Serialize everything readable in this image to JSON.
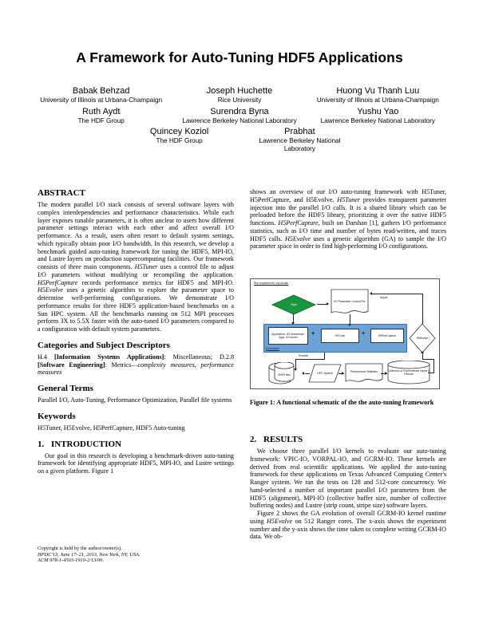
{
  "paper": {
    "title": "A Framework for Auto-Tuning HDF5 Applications",
    "authors": [
      [
        {
          "name": "Babak Behzad",
          "affiliation": "University of Illinois at Urbana-Champaign"
        },
        {
          "name": "Joseph Huchette",
          "affiliation": "Rice University"
        },
        {
          "name": "Huong Vu Thanh Luu",
          "affiliation": "University of Illinois at Urbana-Champaign"
        }
      ],
      [
        {
          "name": "Ruth Aydt",
          "affiliation": "The HDF Group"
        },
        {
          "name": "Surendra Byna",
          "affiliation": "Lawrence Berkeley National Laboratory"
        },
        {
          "name": "Yushu Yao",
          "affiliation": "Lawrence Berkeley National Laboratory"
        }
      ],
      [
        {
          "name": "Quincey Koziol",
          "affiliation": "The HDF Group"
        },
        {
          "name": "Prabhat",
          "affiliation": "Lawrence Berkeley National Laboratory"
        }
      ]
    ]
  },
  "left_column": {
    "abstract": {
      "heading": "ABSTRACT",
      "text": "The modern parallel I/O stack consists of several software layers with complex interdependencies and performance characteristics. While each layer exposes tunable parameters, it is often unclear to users how different parameter settings interact with each other and affect overall I/O performance. As a result, users often resort to default system settings, which typically obtain poor I/O bandwidth. In this research, we develop a benchmark guided auto-tuning framework for tuning the HDF5, MPI-IO, and Lustre layers on production supercomputing facilities. Our framework consists of three main components. ",
      "term1": "H5Tuner",
      "text2": " uses a control file to adjust I/O parameters without modifying or recompiling the application. ",
      "term2": "H5PerfCapture",
      "text3": " records performance metrics for HDF5 and MPI-IO. ",
      "term3": "H5Evolve",
      "text4": " uses a genetic algorithm to explore the parameter space to determine well-performing configurations. We demonstrate I/O performance results for three HDF5 application-based benchmarks on a Sun HPC system. All the benchmarks running on 512 MPI processes perform 3X to 5.5X faster with the auto-tuned I/O parameters compared to a configuration with default system parameters."
    },
    "categories": {
      "heading": "Categories and Subject Descriptors",
      "code1": "H.4",
      "bold1": "[Information Systems Applications]",
      "tail1": ": Miscellaneous; ",
      "code2": "D.2.8",
      "bold2": "[Software Engineering]",
      "tail2": ": Metrics—",
      "italic_tail": "complexity measures, performance measures"
    },
    "general_terms": {
      "heading": "General Terms",
      "text": "Parallel I/O, Auto-Tuning, Performance Optimization, Parallel file systems"
    },
    "keywords": {
      "heading": "Keywords",
      "text": "H5Tuner, H5Evolve, H5PerfCapture, HDF5 Auto-tuning"
    },
    "introduction": {
      "number": "1.",
      "heading": "INTRODUCTION",
      "text": "Our goal in this research is developing a benchmark-driven auto-tuning framework for identifying appropriate HDF5, MPI-IO, and Lustre settings on a given platform. Figure 1"
    },
    "copyright": {
      "line1": "Copyright is held by the author/owner(s).",
      "line2": "HPDC'13, June 17–21, 2013, New York, NY, USA.",
      "line3": "ACM 978-1-4503-1910-2/13/06."
    }
  },
  "right_column": {
    "continuation": {
      "text1": "shows an overview of our I/O auto-tuning framework with H5Tuner, H5PerfCapture, and H5Evolve. ",
      "term1": "H5Tuner",
      "text2": " provides transparent parameter injection into the parallel I/O calls. It is a shared library which can be preloaded before the HDF5 library, prioritizing it over the native HDF5 functions. ",
      "term2": "H5PerfCapture",
      "text3": ", built on Darshan [1], gathers I/O performance statistics, such as I/O time and number of bytes read/written, and traces HDF5 calls. ",
      "term3": "H5Evolve",
      "text4": " uses a genetic algorithm (GA) to sample the I/O parameter space in order to find high-performing I/O configurations."
    },
    "figure": {
      "caption_label": "Figure 1:",
      "caption_text": " A functional schematic of the the auto-tuning framework",
      "outer_label": "Run experiments, log results",
      "start_node": "Start",
      "control_file": "I/O Parameter Control File",
      "adjust_label": "Adjust",
      "app_node": "Application, I/O benchmark, Appl. I/O kernel",
      "tuner_node": "H5Tuner",
      "perfcapture_node": "H5PerfCapture",
      "plus": "+",
      "executable_label": "Executable",
      "evolve_node": "H5Evolve",
      "execute_label": "Execute",
      "hdf5_files": "HDF5 files",
      "hpc_system": "HPC System",
      "perf_statistics": "Performance Statistics",
      "collection": "Collection of Experimental Inputs & Results",
      "colors": {
        "start_fill": "#1a9641",
        "band_fill": "#6ba3d6",
        "node_fill": "#ffffff",
        "stroke": "#333333"
      }
    },
    "results": {
      "number": "2.",
      "heading": "RESULTS",
      "para1": "We choose three parallel I/O kernels to evaluate our auto-tuning framework: VPIC-IO, VORPAL-IO, and GCRM-IO. These kernels are derived from real scientific applications. We applied the auto-tuning framework for these applications on Texas Advanced Computing Center's Ranger system. We ran the tests on 128 and 512-core concurrency. We hand-selected a number of important parallel I/O parameters from the HDF5 (alignment), MPI-IO (collective buffer size, number of collective buffering nodes) and Lustre (strip count, stripe size) software layers.",
      "para2_a": "Figure 2 shows the GA evolution of overall GCRM-IO kernel runtime using ",
      "para2_term": "H5Evolve",
      "para2_b": " on 512 Ranger cores. The x-axis shows the experiment number and the y-axis shows the time taken to complete writing GCRM-IO data. We ob-"
    }
  }
}
